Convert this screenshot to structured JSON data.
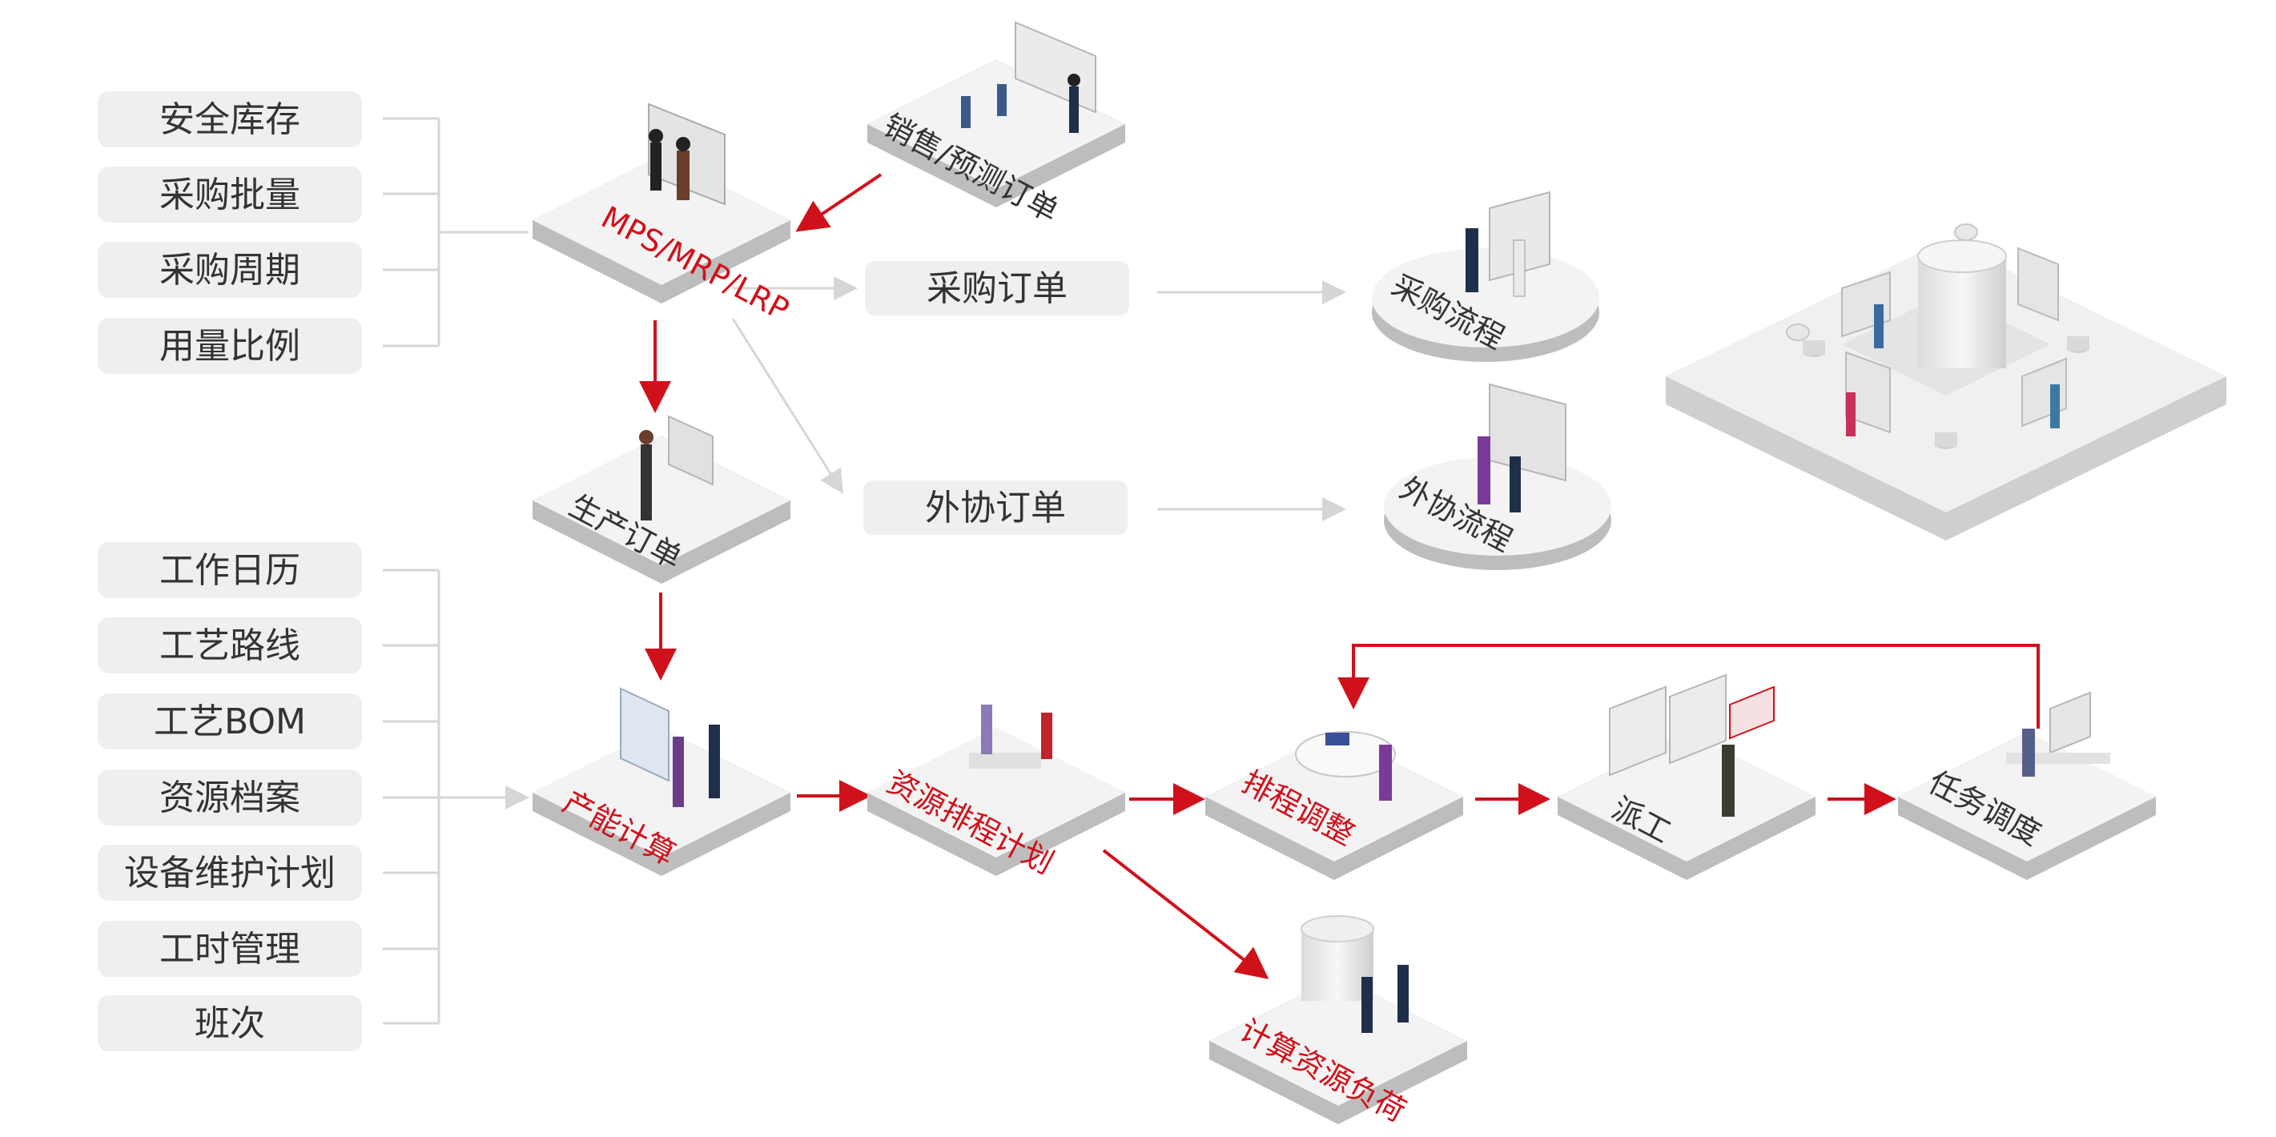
{
  "left_group_top": [
    "安全库存",
    "采购批量",
    "采购周期",
    "用量比例"
  ],
  "left_group_bottom": [
    "工作日历",
    "工艺路线",
    "工艺BOM",
    "资源档案",
    "设备维护计划",
    "工时管理",
    "班次"
  ],
  "order_boxes": {
    "purchase": "采购订单",
    "outsource": "外协订单"
  },
  "platforms": {
    "mps": "MPS/MRP/LRP",
    "sales": "销售/预测订单",
    "production": "生产订单",
    "capacity": "产能计算",
    "resource_plan": "资源排程计划",
    "schedule_adjust": "排程调整",
    "dispatch": "派工",
    "task_dispatch": "任务调度",
    "resource_load": "计算资源负荷",
    "purchase_flow": "采购流程",
    "outsource_flow": "外协流程"
  },
  "colors": {
    "accent_red": "#d0111b",
    "gray_line": "#d6d6d6",
    "pill_bg": "#efefef",
    "platform_top": "#f3f3f3",
    "platform_side": "#bdbdbd"
  }
}
